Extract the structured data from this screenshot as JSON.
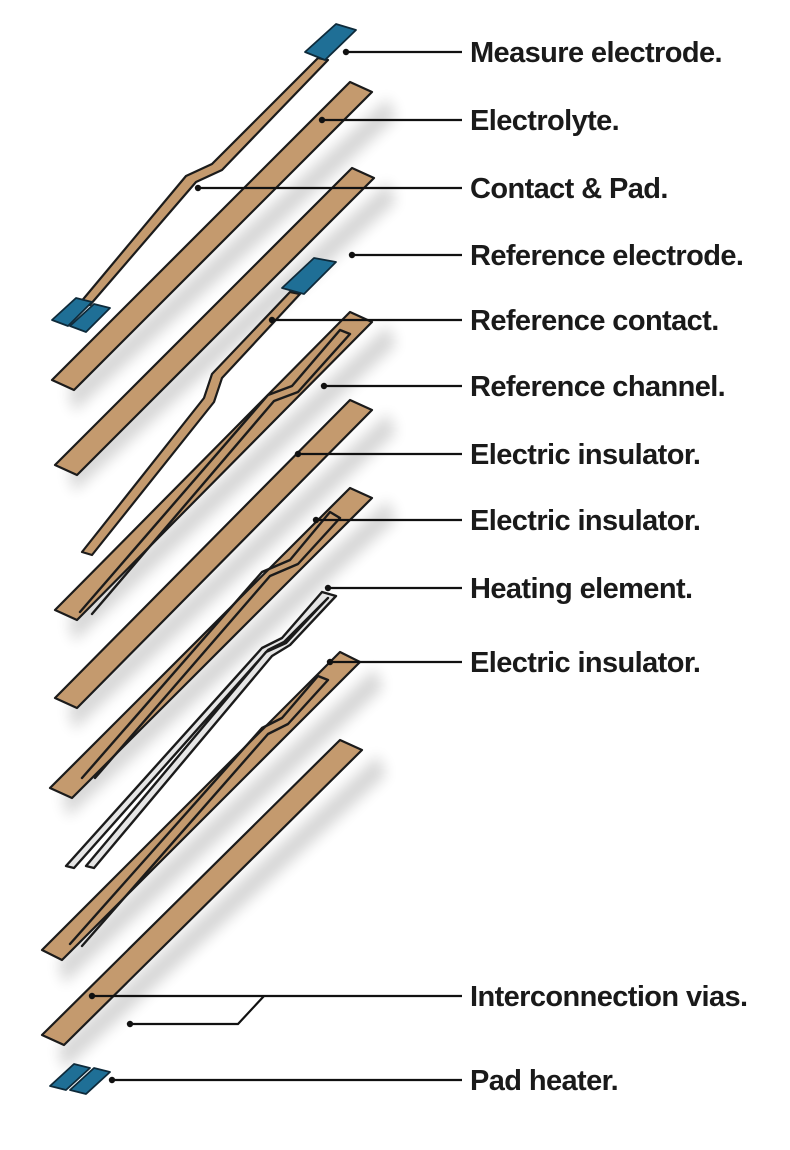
{
  "colors": {
    "layer_fill": "#c49a6e",
    "layer_stroke": "#1b1b1b",
    "pad_fill": "#1f6f96",
    "heater_fill": "#e6e6e6",
    "track_stroke": "#1b1b1b"
  },
  "labels": {
    "measure_electrode": "Measure electrode.",
    "electrolyte": "Electrolyte.",
    "contact_pad": "Contact & Pad.",
    "reference_electrode": "Reference electrode.",
    "reference_contact": "Reference contact.",
    "reference_channel": "Reference channel.",
    "electric_insulator_1": "Electric insulator.",
    "electric_insulator_2": "Electric insulator.",
    "heating_element": "Heating element.",
    "electric_insulator_3": "Electric insulator.",
    "interconnection_vias": "Interconnection vias.",
    "pad_heater": "Pad heater."
  }
}
